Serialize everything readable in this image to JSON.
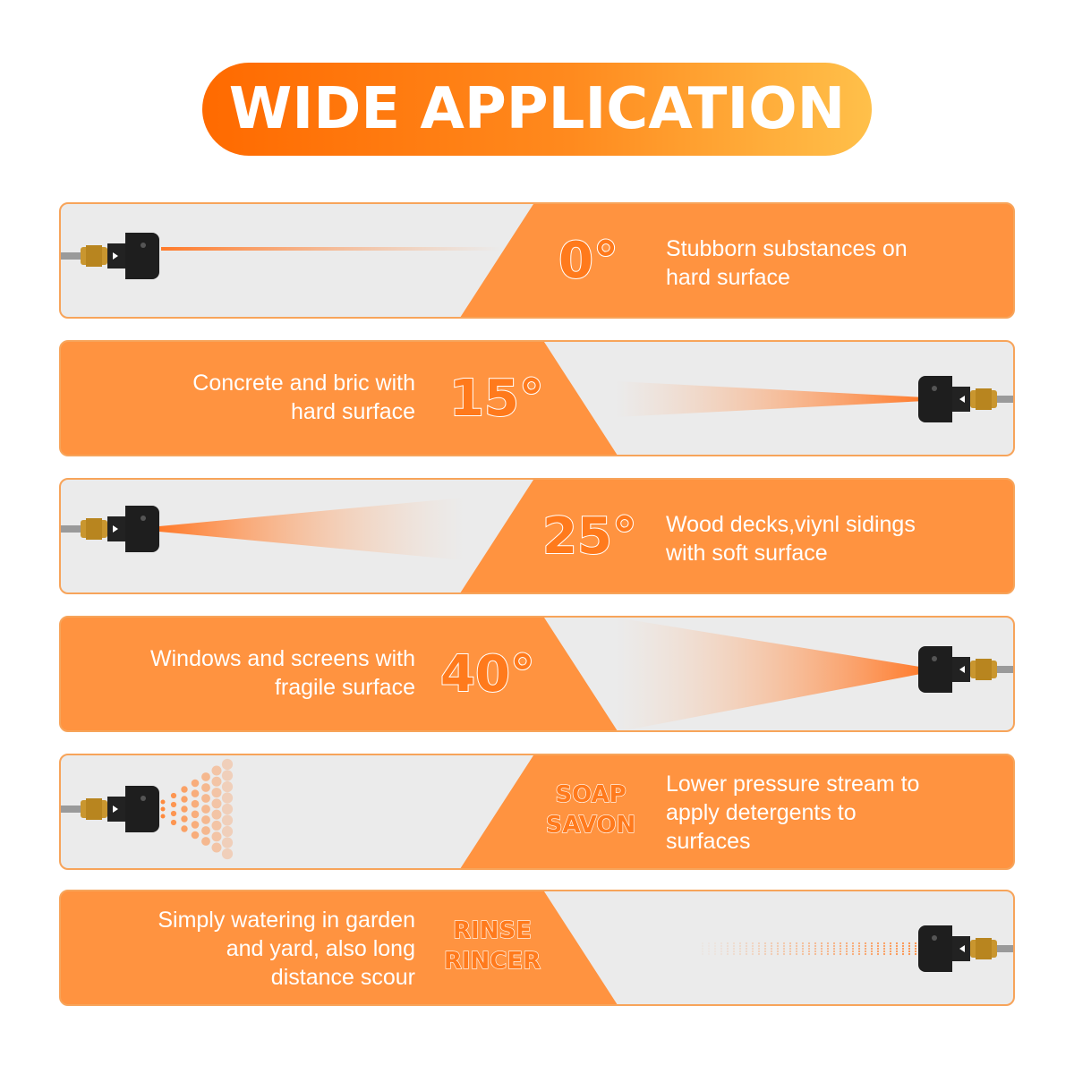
{
  "title": "WIDE APPLICATION",
  "colors": {
    "accent": "#ff9340",
    "title_start": "#ff6a00",
    "title_end": "#ffc04a",
    "panel_grey": "#ebebeb"
  },
  "rows": [
    {
      "angle": "0°",
      "desc_line1": "Stubborn substances on",
      "desc_line2": "hard surface",
      "desc_line3": "",
      "icon": "nozzle-icon"
    },
    {
      "angle": "15°",
      "desc_line1": "Concrete and bric with",
      "desc_line2": "hard surface",
      "desc_line3": "",
      "icon": "nozzle-icon"
    },
    {
      "angle": "25°",
      "desc_line1": "Wood decks,viynl sidings",
      "desc_line2": "with soft surface",
      "desc_line3": "",
      "icon": "nozzle-icon"
    },
    {
      "angle": "40°",
      "desc_line1": "Windows and screens with",
      "desc_line2": "fragile surface",
      "desc_line3": "",
      "icon": "nozzle-icon"
    },
    {
      "angle_line1": "SOAP",
      "angle_line2": "SAVON",
      "desc_line1": "Lower pressure stream to",
      "desc_line2": "apply detergents to",
      "desc_line3": "surfaces",
      "icon": "nozzle-icon"
    },
    {
      "angle_line1": "RINSE",
      "angle_line2": "RINCER",
      "desc_line1": "Simply watering in garden",
      "desc_line2": "and yard, also long",
      "desc_line3": "distance scour",
      "icon": "nozzle-icon"
    }
  ]
}
